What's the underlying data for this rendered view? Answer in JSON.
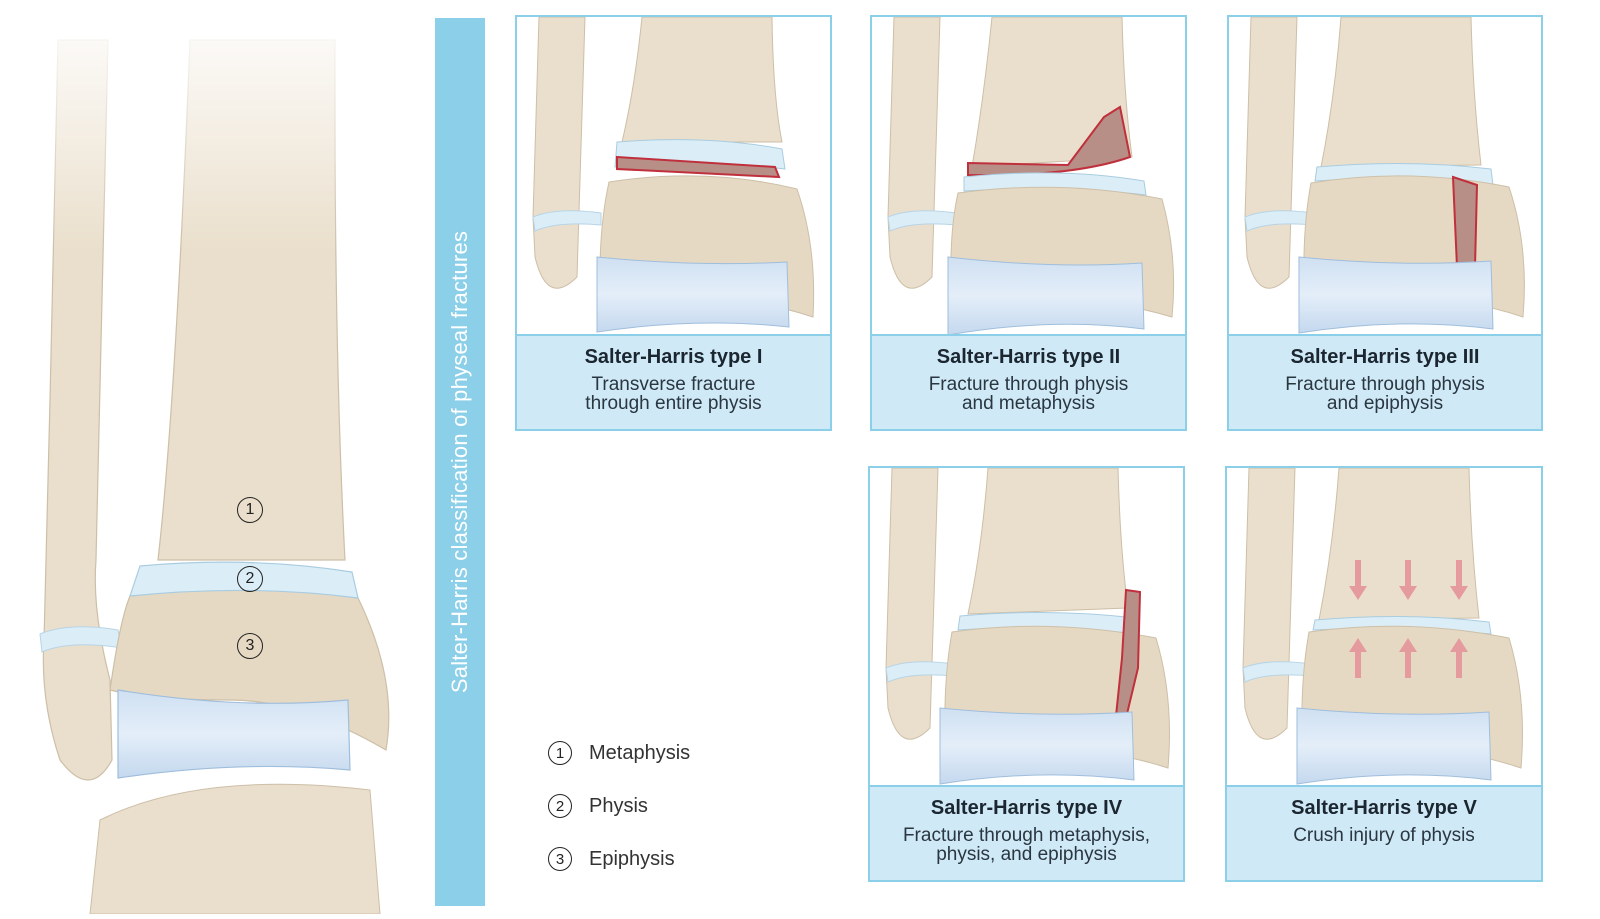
{
  "title": "Salter-Harris classification of physeal fractures",
  "colors": {
    "banner": "#8ccfe8",
    "caption_bg": "#cfeaf6",
    "bone": "#eadfcc",
    "physis": "#dbeef7",
    "fracture": "#c0303c"
  },
  "main": {
    "markers": [
      "1",
      "2",
      "3"
    ]
  },
  "legend": [
    {
      "num": "1",
      "label": "Metaphysis"
    },
    {
      "num": "2",
      "label": "Physis"
    },
    {
      "num": "3",
      "label": "Epiphysis"
    }
  ],
  "panels": [
    {
      "title": "Salter-Harris type I",
      "line1": "Transverse fracture",
      "line2": "through entire physis"
    },
    {
      "title": "Salter-Harris type II",
      "line1": "Fracture through physis",
      "line2": "and metaphysis"
    },
    {
      "title": "Salter-Harris type III",
      "line1": "Fracture through physis",
      "line2": "and epiphysis"
    },
    {
      "title": "Salter-Harris type IV",
      "line1": "Fracture through metaphysis,",
      "line2": "physis, and epiphysis"
    },
    {
      "title": "Salter-Harris type V",
      "line1": "Crush injury of physis",
      "line2": ""
    }
  ]
}
